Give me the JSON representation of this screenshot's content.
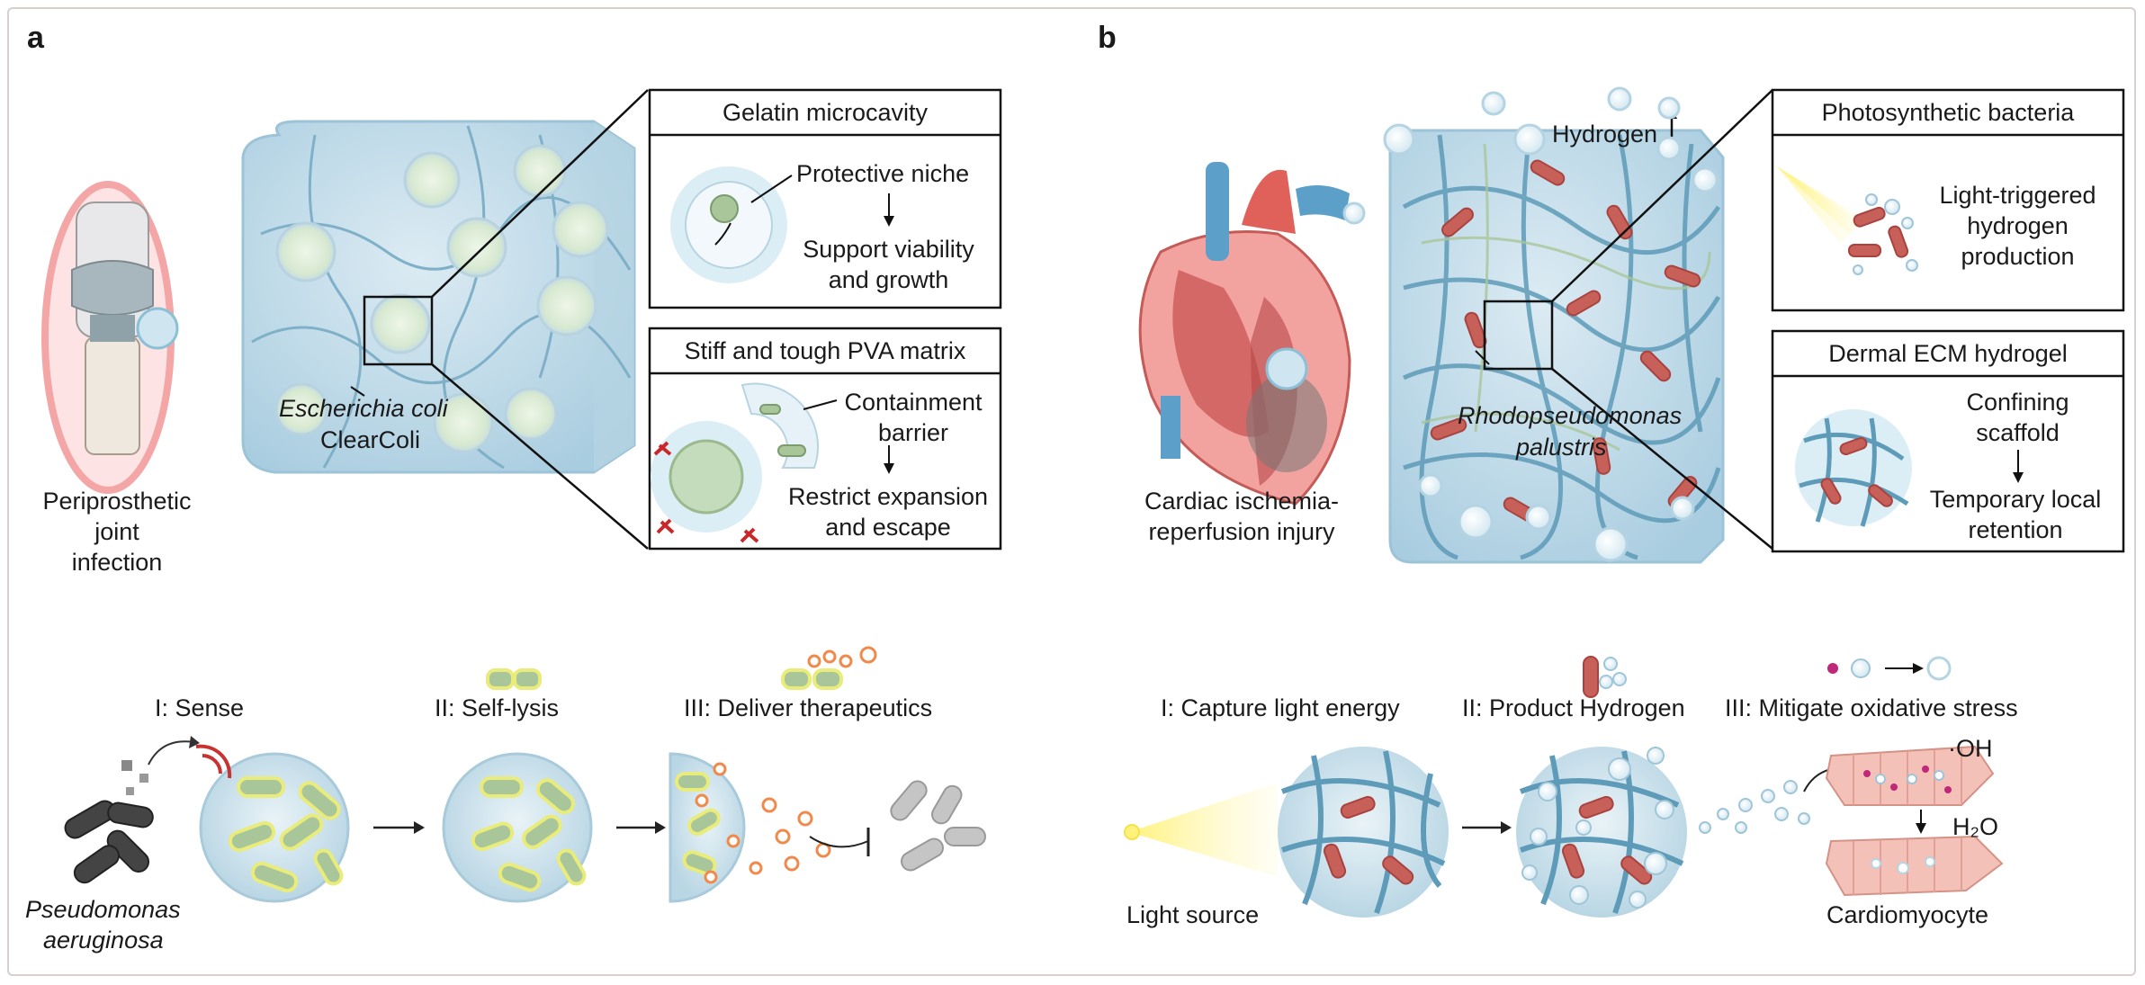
{
  "panel_a": {
    "label": "a",
    "joint_label": "Periprosthetic joint\ninfection",
    "hydrogel_bacteria_1": "Escherichia coli",
    "hydrogel_bacteria_2": "ClearColi",
    "box1": {
      "title": "Gelatin microcavity",
      "line1": "Protective niche",
      "line2": "Support viability\nand growth"
    },
    "box2": {
      "title": "Stiff and tough PVA matrix",
      "line1": "Containment\nbarrier",
      "line2": "Restrict expansion\nand escape"
    },
    "steps": [
      "I: Sense",
      "II: Self-lysis",
      "III: Deliver therapeutics"
    ],
    "pathogen_1": "Pseudomonas",
    "pathogen_2": "aeruginosa"
  },
  "panel_b": {
    "label": "b",
    "heart_label": "Cardiac ischemia-\nreperfusion injury",
    "hydrogen_label": "Hydrogen",
    "hydrogel_bacteria_1": "Rhodopseudomonas",
    "hydrogel_bacteria_2": "palustris",
    "box1": {
      "title": "Photosynthetic bacteria",
      "line1": "Light-triggered\nhydrogen\nproduction"
    },
    "box2": {
      "title": "Dermal ECM hydrogel",
      "line1": "Confining\nscaffold",
      "line2": "Temporary local\nretention"
    },
    "steps": [
      "I: Capture light energy",
      "II: Product Hydrogen",
      "III: Mitigate oxidative stress"
    ],
    "light_source": "Light source",
    "oh_label": "·OH",
    "h2o_label": "H₂O",
    "cardiomyocyte": "Cardiomyocyte"
  },
  "colors": {
    "gel": "#bfdbe8",
    "gel_edge": "#7fb1c9",
    "fiber": "#5e9bb8",
    "bacteria_green": "#a9c69a",
    "bacteria_red": "#c8605a",
    "glow_yellow": "#f3f08a",
    "orange": "#f08a4b"
  }
}
